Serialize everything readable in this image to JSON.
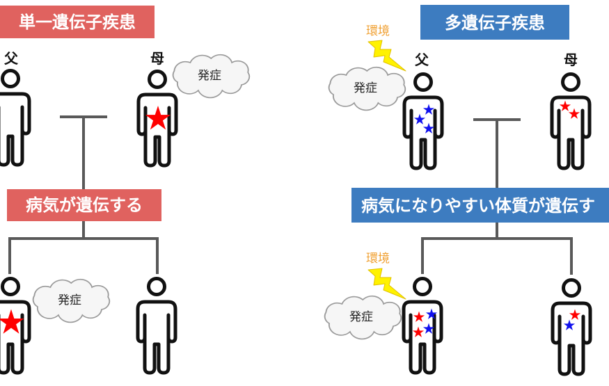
{
  "left_panel": {
    "title": "単一遺伝子疾患",
    "father_label": "父",
    "mother_label": "母",
    "mother_symptom": "発症",
    "inheritance_label": "病気が遺伝する",
    "child_symptom": "発症"
  },
  "right_panel": {
    "title": "多遺伝子疾患",
    "father_label": "父",
    "mother_label": "母",
    "father_environment": "環境",
    "father_symptom": "発症",
    "inheritance_label": "病気になりやすい体質が遺伝す",
    "child_environment": "環境",
    "child_symptom": "発症"
  },
  "icons": {
    "person": "person-icon",
    "red_star": "red-star-icon",
    "blue_star": "blue-star-icon",
    "cloud": "cloud-icon",
    "lightning": "lightning-icon"
  },
  "colors": {
    "single_gene_box": "#e0625f",
    "multi_gene_box": "#3d7cc0",
    "environment_text": "#f0a032",
    "red_star": "#ff0000",
    "blue_star": "#1010ee",
    "lightning": "#fff200",
    "line": "#595959"
  }
}
